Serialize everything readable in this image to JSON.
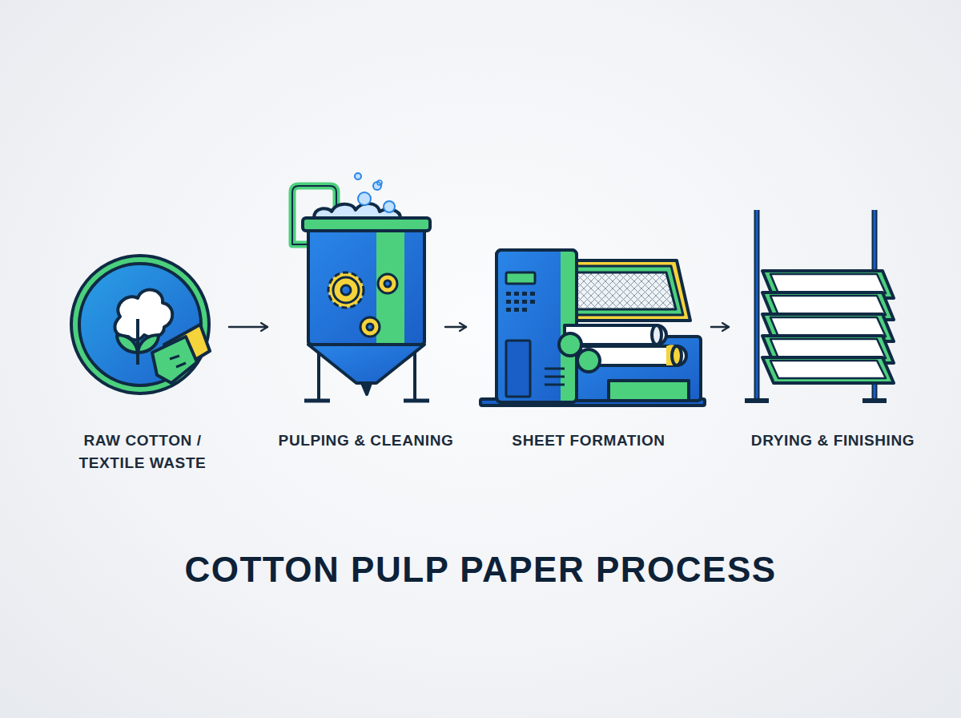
{
  "diagram": {
    "title": "COTTON PULP PAPER PROCESS",
    "nodes": [
      {
        "text": [
          "RAW COTTON / TEXTILE WASTE"
        ]
      },
      {
        "text": [
          "PULPING & CLEANING"
        ]
      },
      {
        "text": [
          "SHEET FORMATION"
        ]
      },
      {
        "text": [
          "DRYING & FINISHING"
        ]
      }
    ],
    "edges": [
      {
        "from": 0,
        "to": 1,
        "arrow": "to"
      },
      {
        "from": 1,
        "to": 2,
        "arrow": "to"
      },
      {
        "from": 2,
        "to": 3,
        "arrow": "to"
      }
    ]
  }
}
